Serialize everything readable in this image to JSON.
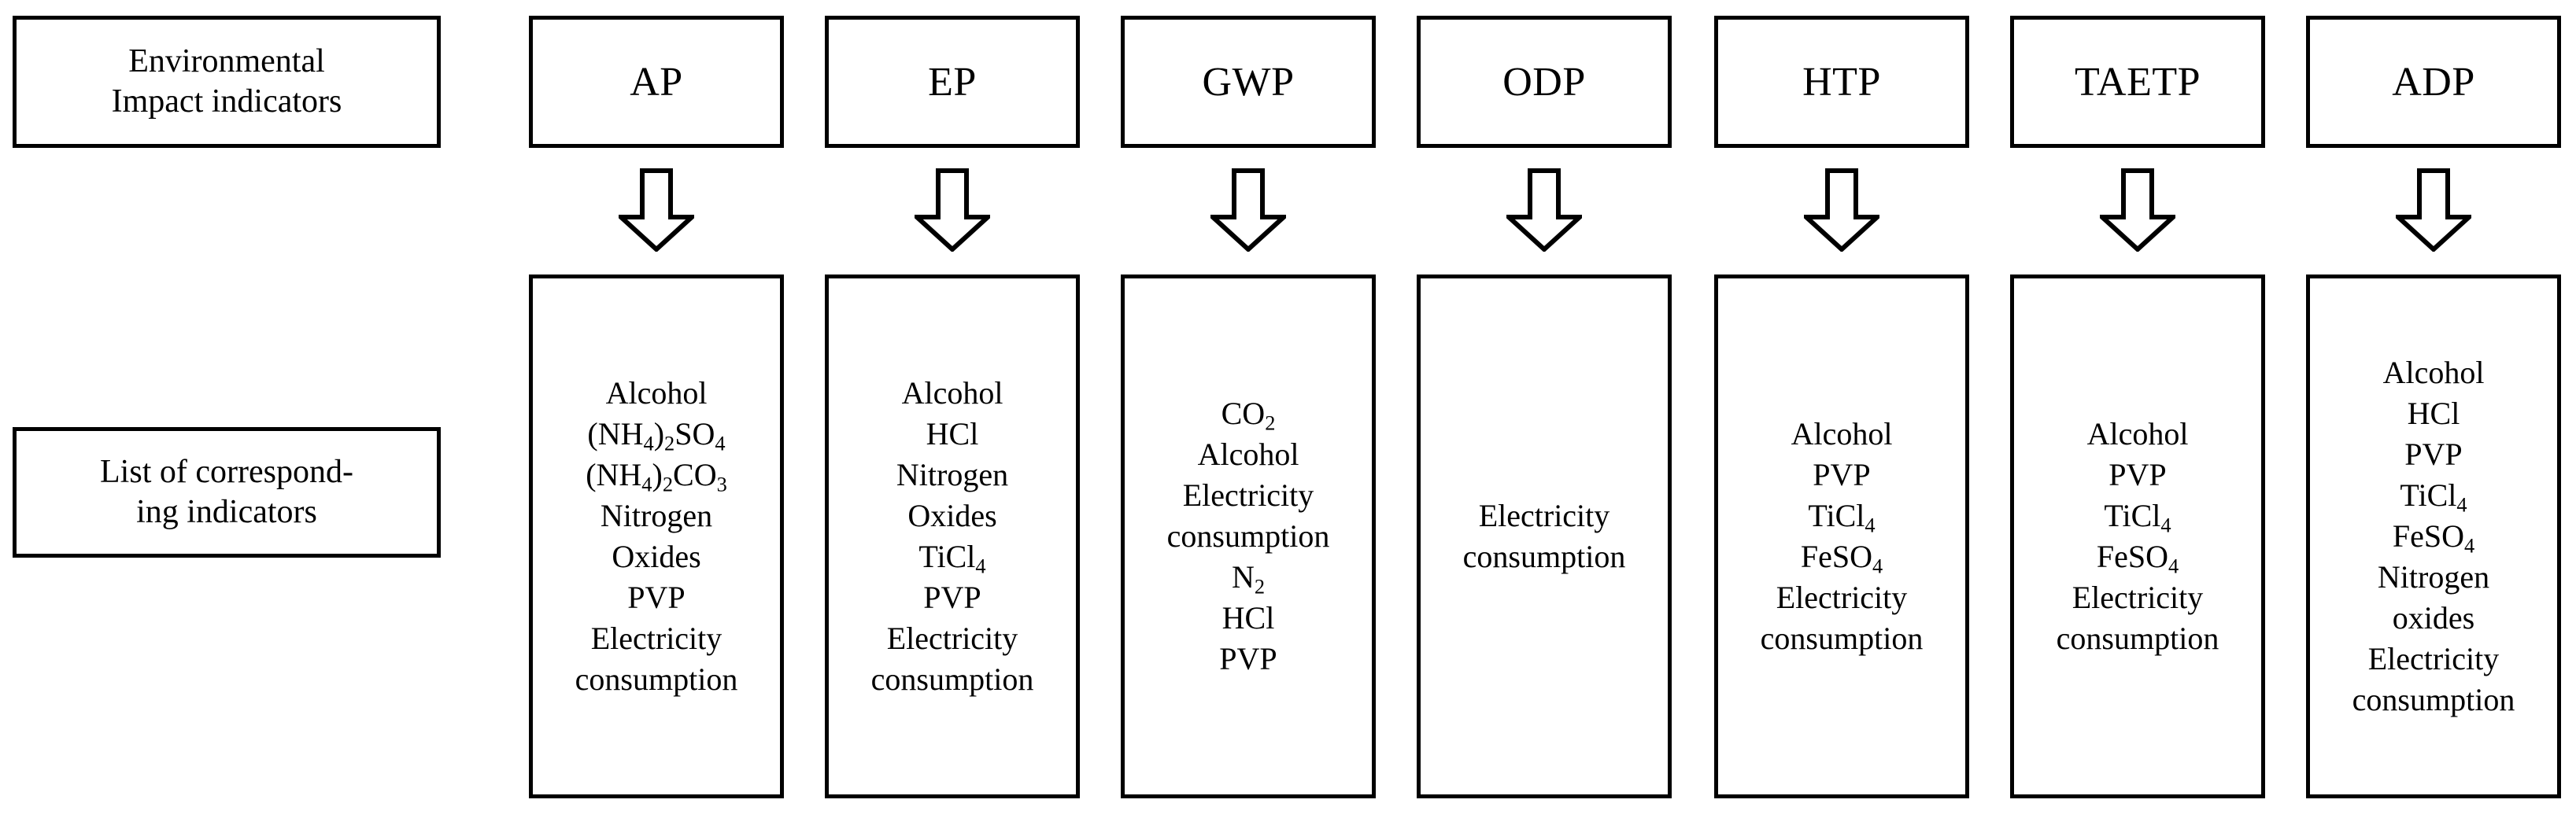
{
  "diagram": {
    "row_labels": [
      {
        "id": "environmental-impact-indicators",
        "lines": [
          "Environmental",
          "Impact indicators"
        ]
      },
      {
        "id": "list-of-corresponding-indicators",
        "lines": [
          "List of correspond-",
          "ing indicators"
        ]
      }
    ],
    "arrow_icon": "down-block-arrow-icon",
    "columns": [
      {
        "header": "AP",
        "items": [
          {
            "base": "Alcohol",
            "sub": ""
          },
          {
            "base": "(NH",
            "sub": "4",
            "tail": ")",
            "sub2": "2",
            "tail2": "SO",
            "sub3": "4"
          },
          {
            "base": "(NH",
            "sub": "4",
            "tail": ")",
            "sub2": "2",
            "tail2": "CO",
            "sub3": "3"
          },
          {
            "base": "Nitrogen",
            "sub": ""
          },
          {
            "base": "Oxides",
            "sub": ""
          },
          {
            "base": "PVP",
            "sub": ""
          },
          {
            "base": "Electricity",
            "sub": ""
          },
          {
            "base": "consumption",
            "sub": ""
          }
        ]
      },
      {
        "header": "EP",
        "items": [
          {
            "base": "Alcohol",
            "sub": ""
          },
          {
            "base": "HCl",
            "sub": ""
          },
          {
            "base": "Nitrogen",
            "sub": ""
          },
          {
            "base": "Oxides",
            "sub": ""
          },
          {
            "base": "TiCl",
            "sub": "4"
          },
          {
            "base": "PVP",
            "sub": ""
          },
          {
            "base": "Electricity",
            "sub": ""
          },
          {
            "base": "consumption",
            "sub": ""
          }
        ]
      },
      {
        "header": "GWP",
        "items": [
          {
            "base": "CO",
            "sub": "2"
          },
          {
            "base": "Alcohol",
            "sub": ""
          },
          {
            "base": "Electricity",
            "sub": ""
          },
          {
            "base": "consumption",
            "sub": ""
          },
          {
            "base": "N",
            "sub": "2"
          },
          {
            "base": "HCl",
            "sub": ""
          },
          {
            "base": "PVP",
            "sub": ""
          }
        ]
      },
      {
        "header": "ODP",
        "items": [
          {
            "base": "Electricity",
            "sub": ""
          },
          {
            "base": "consumption",
            "sub": ""
          }
        ]
      },
      {
        "header": "HTP",
        "items": [
          {
            "base": "Alcohol",
            "sub": ""
          },
          {
            "base": "PVP",
            "sub": ""
          },
          {
            "base": "TiCl",
            "sub": "4"
          },
          {
            "base": "FeSO",
            "sub": "4"
          },
          {
            "base": "Electricity",
            "sub": ""
          },
          {
            "base": "consumption",
            "sub": ""
          }
        ]
      },
      {
        "header": "TAETP",
        "items": [
          {
            "base": "Alcohol",
            "sub": ""
          },
          {
            "base": "PVP",
            "sub": ""
          },
          {
            "base": "TiCl",
            "sub": "4"
          },
          {
            "base": "FeSO",
            "sub": "4"
          },
          {
            "base": "Electricity",
            "sub": ""
          },
          {
            "base": "consumption",
            "sub": ""
          }
        ]
      },
      {
        "header": "ADP",
        "items": [
          {
            "base": "Alcohol",
            "sub": ""
          },
          {
            "base": "HCl",
            "sub": ""
          },
          {
            "base": "PVP",
            "sub": ""
          },
          {
            "base": "TiCl",
            "sub": "4"
          },
          {
            "base": "FeSO",
            "sub": "4"
          },
          {
            "base": "Nitrogen",
            "sub": ""
          },
          {
            "base": "oxides",
            "sub": ""
          },
          {
            "base": "Electricity",
            "sub": ""
          },
          {
            "base": "consumption",
            "sub": ""
          }
        ]
      }
    ],
    "colors": {
      "stroke": "#000000",
      "fill": "#ffffff",
      "text": "#000000"
    }
  }
}
